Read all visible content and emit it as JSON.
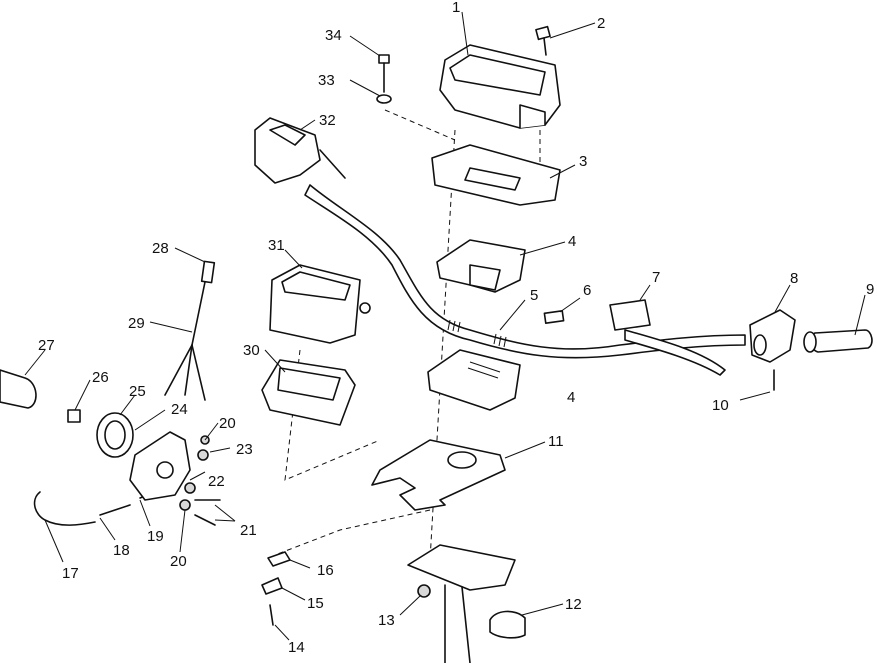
{
  "callouts": {
    "c1": "1",
    "c2": "2",
    "c3": "3",
    "c4a": "4",
    "c4b": "4",
    "c5": "5",
    "c6": "6",
    "c7": "7",
    "c8": "8",
    "c9": "9",
    "c10": "10",
    "c11": "11",
    "c12": "12",
    "c13": "13",
    "c14": "14",
    "c15": "15",
    "c16": "16",
    "c17": "17",
    "c18": "18",
    "c19": "19",
    "c20a": "20",
    "c20b": "20",
    "c21": "21",
    "c22": "22",
    "c23": "23",
    "c24": "24",
    "c25": "25",
    "c26": "26",
    "c27": "27",
    "c28": "28",
    "c29": "29",
    "c30": "30",
    "c31": "31",
    "c32": "32",
    "c33": "33",
    "c34": "34"
  }
}
